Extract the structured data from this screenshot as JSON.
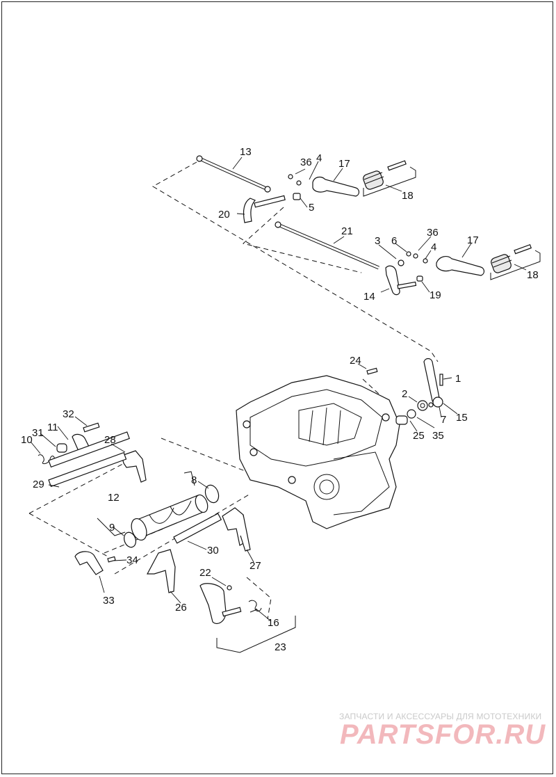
{
  "callouts": {
    "c1": "1",
    "c2": "2",
    "c3": "3",
    "c4a": "4",
    "c4b": "4",
    "c5": "5",
    "c6": "6",
    "c7": "7",
    "c8": "8",
    "c9": "9",
    "c10": "10",
    "c11": "11",
    "c12": "12",
    "c13": "13",
    "c14": "14",
    "c15": "15",
    "c16": "16",
    "c17a": "17",
    "c17b": "17",
    "c18a": "18",
    "c18b": "18",
    "c19": "19",
    "c20": "20",
    "c21": "21",
    "c22": "22",
    "c23": "23",
    "c24": "24",
    "c25": "25",
    "c26": "26",
    "c27": "27",
    "c28": "28",
    "c29": "29",
    "c30": "30",
    "c31": "31",
    "c32": "32",
    "c33": "33",
    "c34": "34",
    "c35": "35",
    "c36a": "36",
    "c36b": "36"
  },
  "watermark": {
    "tagline": "ЗАПЧАСТИ И АКСЕССУАРЫ ДЛЯ МОТОТЕХНИКИ",
    "logo": "PARTSFOR.RU",
    "color": "#f2b8bc"
  }
}
